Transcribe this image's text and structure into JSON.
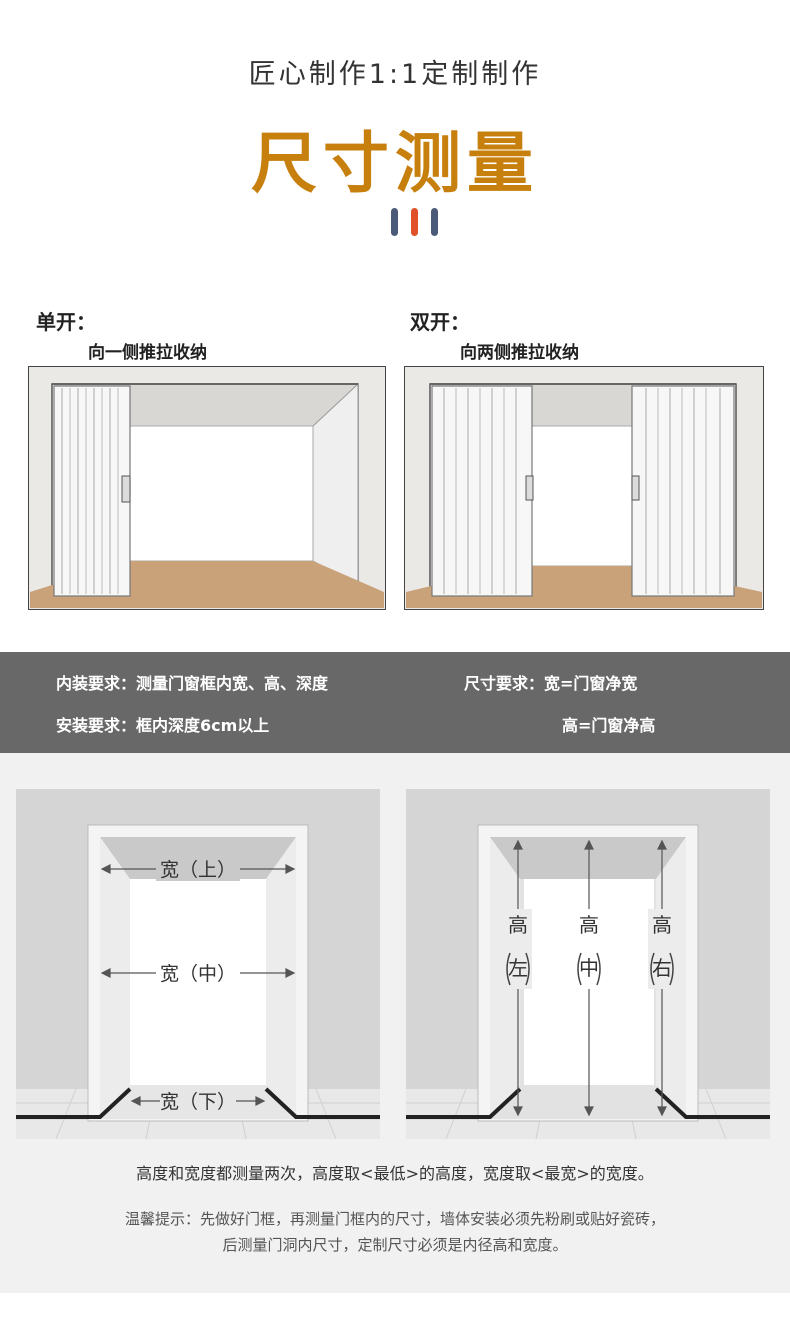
{
  "header": {
    "subtitle": "匠心制作1:1定制制作",
    "title": "尺寸测量",
    "bar_colors": [
      "#4a5a78",
      "#e0512a",
      "#4a5a78"
    ]
  },
  "open_types": {
    "single": {
      "label": "单开：",
      "desc": "向一侧推拉收纳"
    },
    "double": {
      "label": "双开：",
      "desc": "向两侧推拉收纳"
    }
  },
  "requirements": {
    "inner": "内装要求：测量门窗框内宽、高、深度",
    "install": "安装要求：框内深度6cm以上",
    "size": "尺寸要求：宽=门窗净宽",
    "height": "高=门窗净高"
  },
  "width_diagram": {
    "top": "宽（上）",
    "middle": "宽（中）",
    "bottom": "宽（下）"
  },
  "height_diagram": {
    "gao": "高",
    "left": "左",
    "middle": "中",
    "right": "右"
  },
  "notes": {
    "line1": "高度和宽度都测量两次，高度取<最低>的高度，宽度取<最宽>的宽度。",
    "line2": "温馨提示：先做好门框，再测量门框内的尺寸，墙体安装必须先粉刷或贴好瓷砖，",
    "line3": "后测量门洞内尺寸，定制尺寸必须是内径高和宽度。"
  },
  "colors": {
    "title": "#c7800e",
    "floor": "#c9a27a",
    "band": "#686868",
    "wall": "#d8d8d8"
  }
}
